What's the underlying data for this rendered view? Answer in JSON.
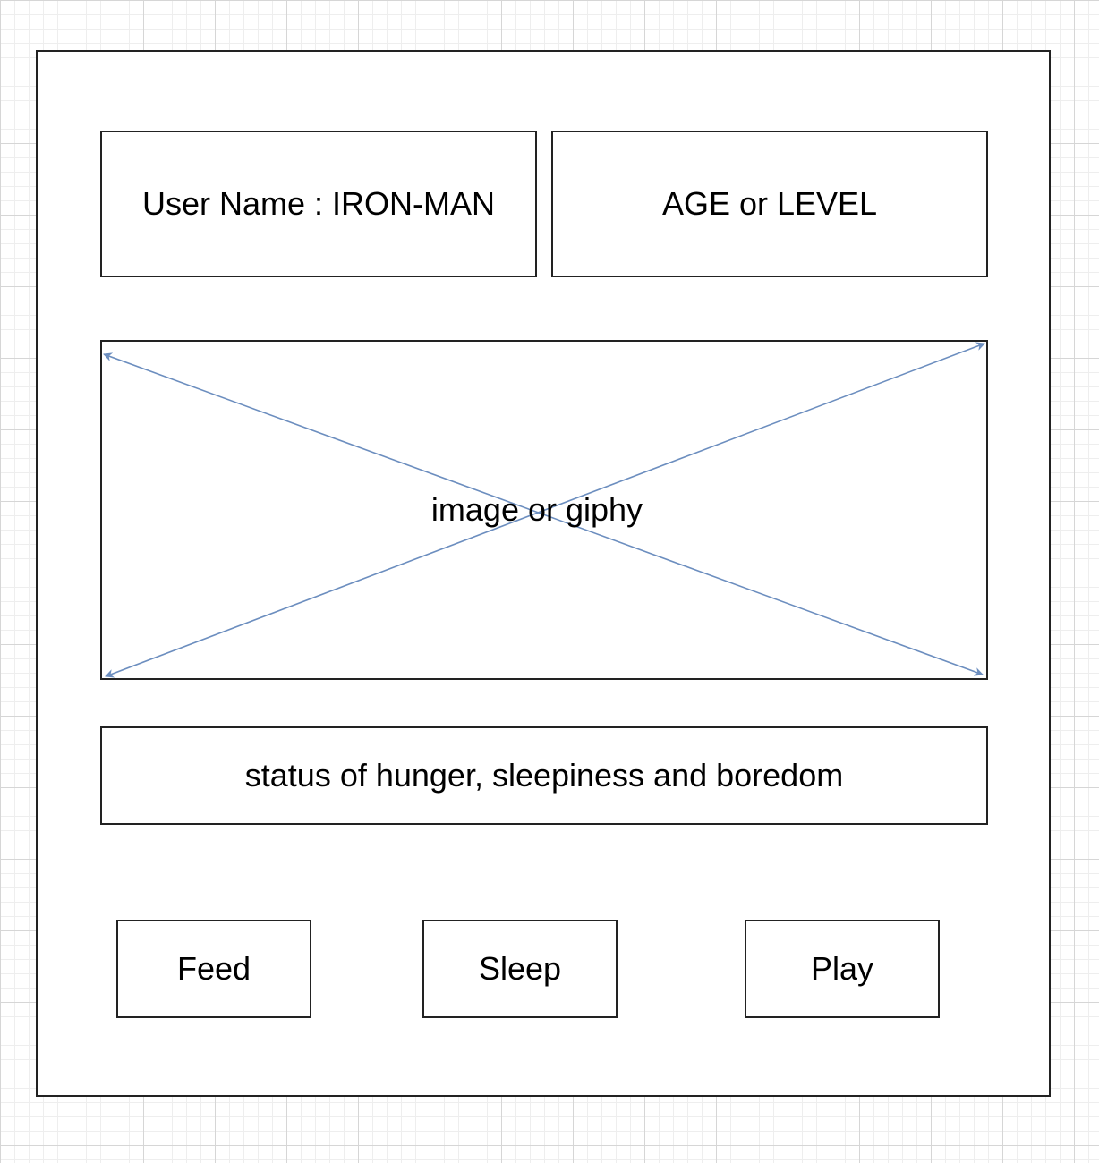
{
  "user_name_label": "User Name : IRON-MAN",
  "age_label": "AGE or LEVEL",
  "image_placeholder": {
    "label": "image or giphy",
    "arrow_color": "#6c8ebf"
  },
  "status_label": "status of hunger, sleepiness and boredom",
  "buttons": {
    "feed": "Feed",
    "sleep": "Sleep",
    "play": "Play"
  }
}
